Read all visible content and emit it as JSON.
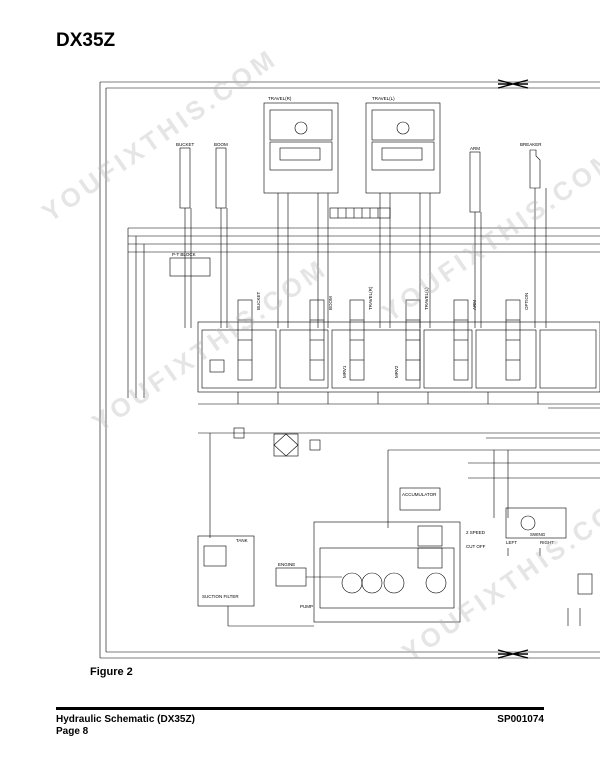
{
  "header": {
    "model": "DX35Z"
  },
  "figure": {
    "caption": "Figure 2"
  },
  "footer": {
    "doc_title": "Hydraulic Schematic (DX35Z)",
    "page": "Page 8",
    "doc_number": "SP001074"
  },
  "watermark": {
    "text": "YOUFIXTHIS.COM"
  },
  "schematic": {
    "travel_r": "TRAVEL(R)",
    "travel_l": "TRAVEL(L)",
    "bucket": "BUCKET",
    "boom_top": "BOOM",
    "arm_top": "ARM",
    "breaker": "BREAKER",
    "pt_block": "P-T BLOCK",
    "spool_bucket": "BUCKET",
    "spool_boom": "BOOM",
    "spool_travel_r": "TRAVEL(R)",
    "spool_travel_l": "TRAVEL(L)",
    "spool_arm": "ARM",
    "spool_option": "OPTION",
    "mrv1": "MRV1",
    "mrv2": "MRV2",
    "tank": "TANK",
    "engine": "ENGINE",
    "pump": "PUMP",
    "accumulator": "ACCUMULATOR",
    "suction_filter": "SUCTION FILTER",
    "speed": "2 SPEED",
    "cut_off": "CUT OFF",
    "swing": "SWING",
    "left": "LEFT",
    "right": "RIGHT"
  }
}
